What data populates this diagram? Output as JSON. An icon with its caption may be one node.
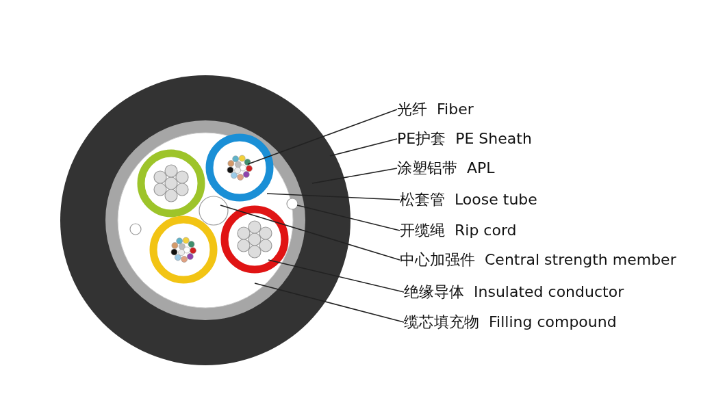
{
  "diagram": {
    "nodes": [
      {
        "text": [
          "光纤",
          "Fiber"
        ]
      },
      {
        "text": [
          "PE护套",
          "PE Sheath"
        ]
      },
      {
        "text": [
          "涂塑铝带",
          "APL"
        ]
      },
      {
        "text": [
          "松套管",
          "Loose tube"
        ]
      },
      {
        "text": [
          "开缆绳",
          "Rip cord"
        ]
      },
      {
        "text": [
          "中心加强件",
          "Central strength member"
        ]
      },
      {
        "text": [
          "绝缘导体",
          "Insulated conductor"
        ]
      },
      {
        "text": [
          "缆芯填充物",
          "Filling compound"
        ]
      }
    ],
    "edges": [
      {
        "from": 0,
        "to": null,
        "arrow": "none"
      },
      {
        "from": 1,
        "to": null,
        "arrow": "none"
      },
      {
        "from": 2,
        "to": null,
        "arrow": "none"
      },
      {
        "from": 3,
        "to": null,
        "arrow": "none"
      },
      {
        "from": 4,
        "to": null,
        "arrow": "none"
      },
      {
        "from": 5,
        "to": null,
        "arrow": "none"
      },
      {
        "from": 6,
        "to": null,
        "arrow": "none"
      },
      {
        "from": 7,
        "to": null,
        "arrow": "none"
      }
    ]
  }
}
